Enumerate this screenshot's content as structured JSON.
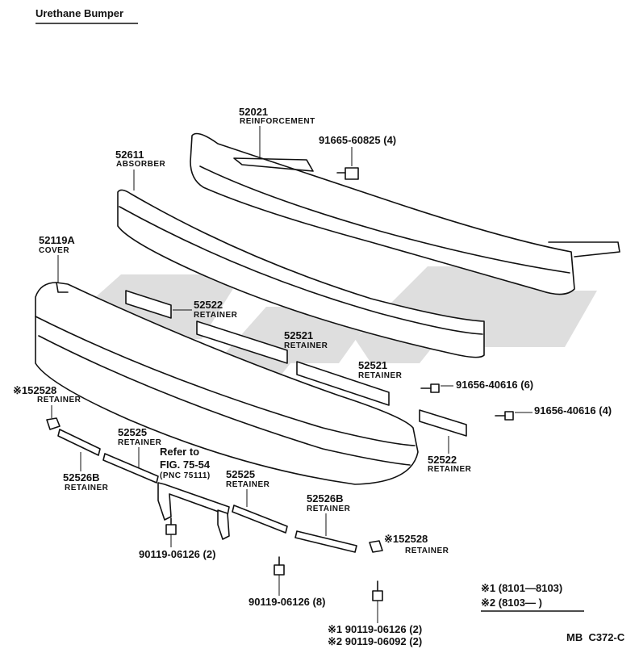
{
  "title": "Urethane Bumper",
  "figure_code": "MB  C372-C",
  "parts": {
    "reinforcement": {
      "number": "52021",
      "name": "REINFORCEMENT"
    },
    "absorber": {
      "number": "52611",
      "name": "ABSORBER"
    },
    "cover": {
      "number": "52119A",
      "name": "COVER"
    },
    "retainer_52522_upper": {
      "number": "52522",
      "name": "RETAINER"
    },
    "retainer_52521_a": {
      "number": "52521",
      "name": "RETAINER"
    },
    "retainer_52521_b": {
      "number": "52521",
      "name": "RETAINER"
    },
    "retainer_52528_left": {
      "mark": "※1",
      "number": "52528",
      "name": "RETAINER"
    },
    "retainer_52525_left": {
      "number": "52525",
      "name": "RETAINER"
    },
    "retainer_52526b_left": {
      "number": "52526B",
      "name": "RETAINER"
    },
    "retainer_52525_center": {
      "number": "52525",
      "name": "RETAINER"
    },
    "retainer_52526b_right": {
      "number": "52526B",
      "name": "RETAINER"
    },
    "retainer_52528_right": {
      "mark": "※1",
      "number": "52528",
      "name": "RETAINER"
    },
    "retainer_52522_lower": {
      "number": "52522",
      "name": "RETAINER"
    }
  },
  "fasteners": {
    "bolt_91665": "91665-60825 (4)",
    "bolt_91656_a": "91656-40616 (6)",
    "bolt_91656_b": "91656-40616 (4)",
    "bolt_90119_left": "90119-06126 (2)",
    "bolt_90119_center": "90119-06126 (8)",
    "bolt_90119_note1": "※1 90119-06126 (2)",
    "bolt_90119_note2": "※2 90119-06092 (2)"
  },
  "reference": {
    "line1": "Refer to",
    "line2": "FIG. 75-54",
    "line3": "(PNC 75111)"
  },
  "legend": {
    "note1": "※1 (8101—8103)",
    "note2": "※2 (8103—        )"
  }
}
